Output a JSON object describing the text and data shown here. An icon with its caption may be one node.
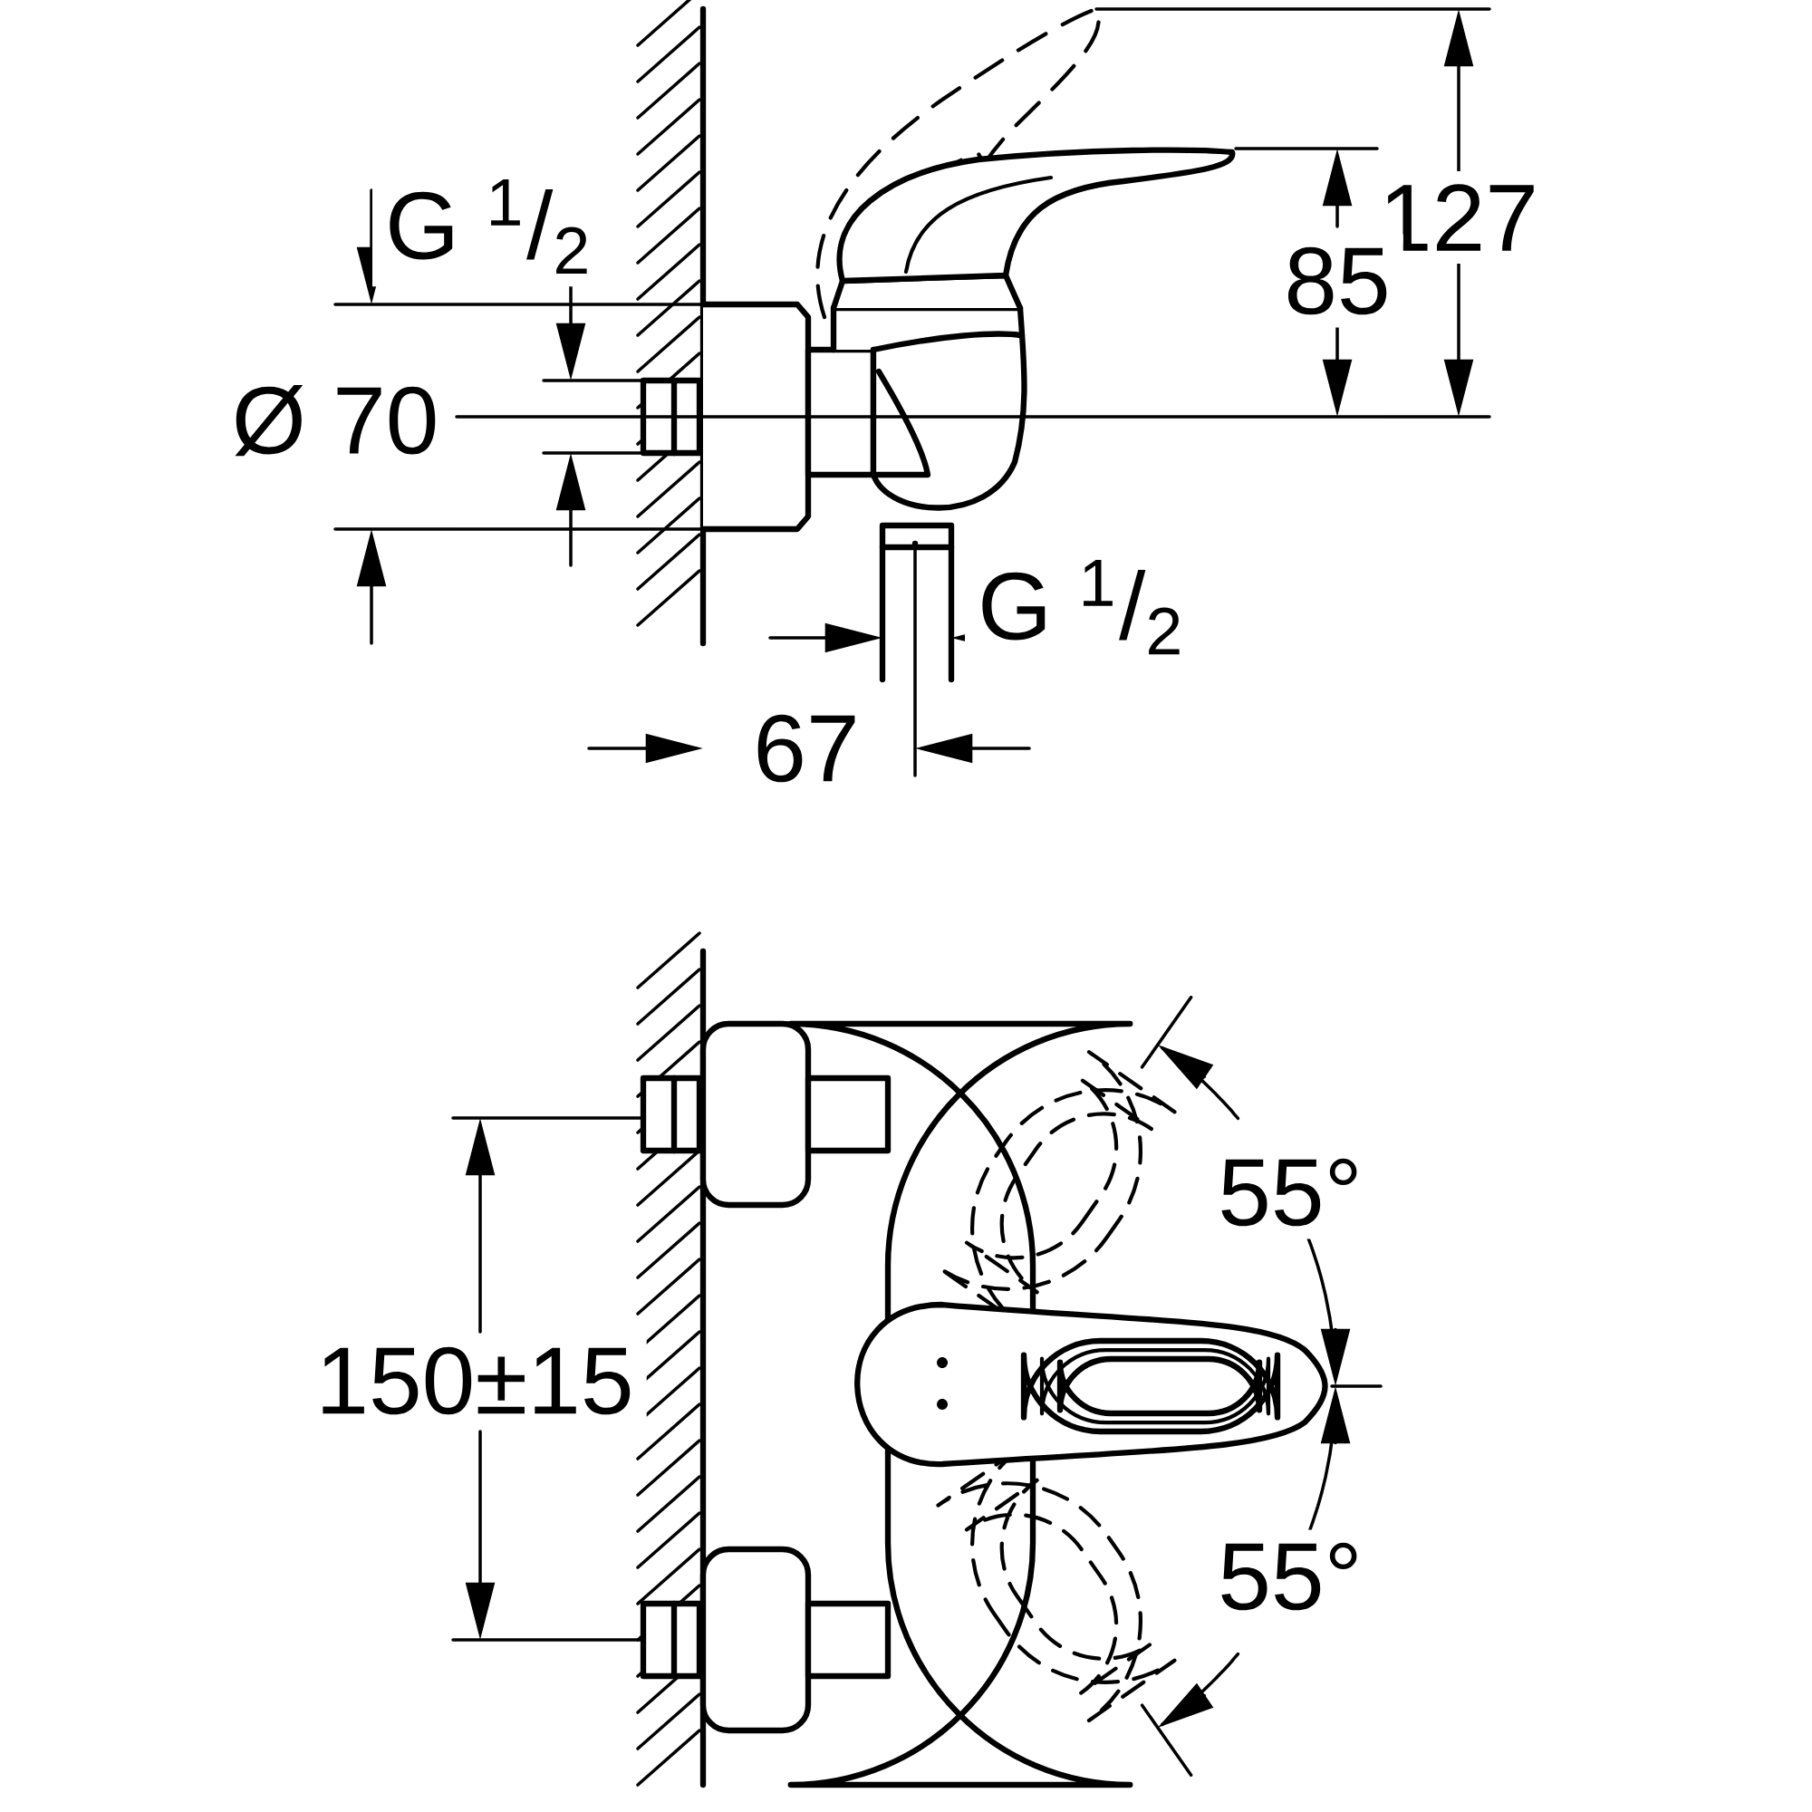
{
  "diagram": {
    "labels": [
      "127",
      "G $^{1}$/$_{2}$",
      "85",
      "Ø 70",
      "G $^{1}$/$_{2}$",
      "67",
      "55°",
      "150±15",
      "55°"
    ]
  }
}
